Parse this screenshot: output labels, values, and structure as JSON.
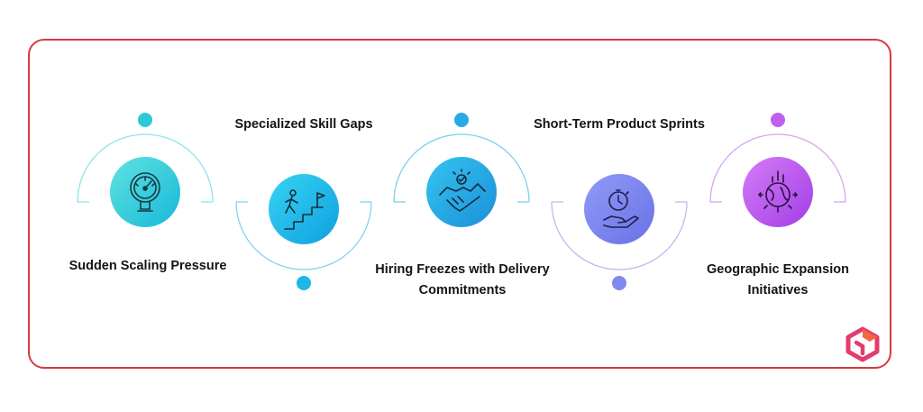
{
  "colors": {
    "border": "#d7383f",
    "step1": "#2ec9d6",
    "step2": "#1fb6e8",
    "step3": "#2aa9e6",
    "step4": "#7f89f0",
    "step5": "#c25ef0",
    "logo_pink": "#e23d6d",
    "logo_orange": "#f26a3c"
  },
  "steps": [
    {
      "label": "Sudden Scaling Pressure",
      "icon": "pressure-gauge-icon"
    },
    {
      "label": "Specialized Skill Gaps",
      "icon": "stairs-climber-icon"
    },
    {
      "label_line1": "Hiring Freezes with Delivery",
      "label_line2": "Commitments",
      "icon": "handshake-icon"
    },
    {
      "label": "Short-Term Product Sprints",
      "icon": "stopwatch-hand-icon"
    },
    {
      "label_line1": "Geographic Expansion",
      "label_line2": "Initiatives",
      "icon": "globe-growth-icon"
    }
  ],
  "logo": {
    "icon": "brand-cube-logo"
  }
}
